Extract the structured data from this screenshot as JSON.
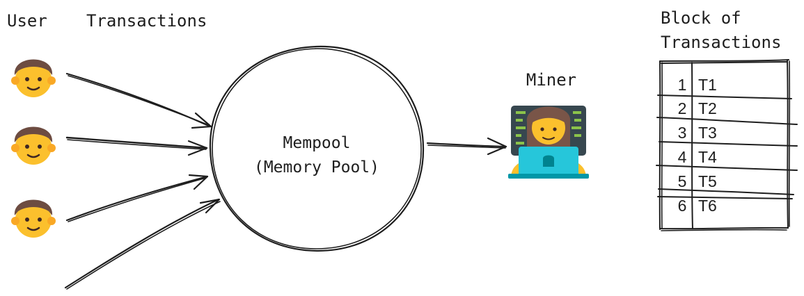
{
  "labels": {
    "user": "User",
    "transactions": "Transactions",
    "mempool_line1": "Mempool",
    "mempool_line2": "(Memory Pool)",
    "miner": "Miner",
    "block_line1": "Block of",
    "block_line2": "Transactions"
  },
  "icons": {
    "user": "man-emoji-icon",
    "miner": "technologist-emoji-icon"
  },
  "block": {
    "rows": [
      {
        "index": "1",
        "tx": "T1"
      },
      {
        "index": "2",
        "tx": "T2"
      },
      {
        "index": "3",
        "tx": "T3"
      },
      {
        "index": "4",
        "tx": "T4"
      },
      {
        "index": "5",
        "tx": "T5"
      },
      {
        "index": "6",
        "tx": "T6"
      }
    ]
  },
  "colors": {
    "ink": "#1e1e1e",
    "skin": "#fbc02d",
    "hair": "#6d4c41",
    "laptop": "#26c6da",
    "screen": "#37474f",
    "code": "#8bc34a"
  }
}
